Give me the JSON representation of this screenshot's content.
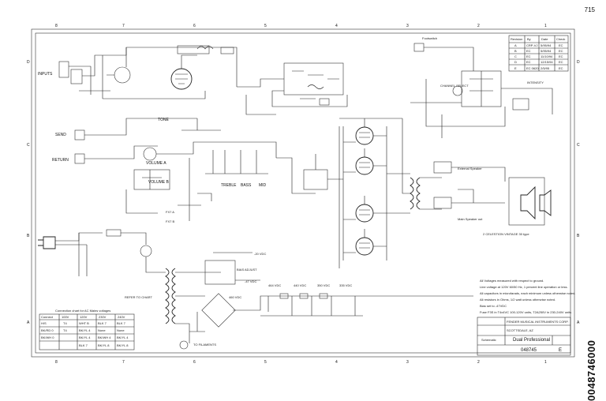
{
  "page_number": "715",
  "document_id": "0048746000",
  "grid": {
    "columns": [
      "8",
      "7",
      "6",
      "5",
      "4",
      "3",
      "2",
      "1"
    ],
    "rows": [
      "D",
      "C",
      "B",
      "A"
    ]
  },
  "labels": {
    "inputs": "INPUTS",
    "send": "SEND",
    "return": "RETURN",
    "tone": "TONE",
    "volume_a": "VOLUME A",
    "volume_b": "VOLUME B",
    "treble": "TREBLE",
    "bass": "BASS",
    "mid": "MID",
    "footswitch": "Footswitch",
    "channel_select": "CHANNEL SELECT",
    "intensity": "INTENSITY",
    "external_speaker": "External Speaker",
    "main_speaker_out": "Main Speaker out",
    "speaker_note": "2 CELESTION VINTAGE 30 type",
    "bias_adjust": "BIAS ADJUST",
    "refer_to_chart": "REFER TO CHART",
    "to_filaments": "TO FILAMENTS",
    "fx_a": "FX7 A",
    "fx_b": "FX7 B",
    "v20": "-20 VDC",
    "v47": "-47 VDC",
    "v460": "460 VDC",
    "v464": "464 VDC",
    "v440": "440 VDC",
    "v350": "350 VDC",
    "v335": "335 VDC"
  },
  "revision_table": {
    "headers": [
      "Revision",
      "By",
      "Date",
      "Check"
    ],
    "rows": [
      [
        "A",
        "CRP-VJ",
        "5/95/94",
        "EC"
      ],
      [
        "B",
        "EC",
        "5/95/94",
        "EC"
      ],
      [
        "C",
        "EC",
        "11/10/94",
        "EC"
      ],
      [
        "D",
        "EC",
        "12/15/94",
        "EC"
      ],
      [
        "E",
        "EC 0620",
        "2/5/95",
        "EC"
      ]
    ]
  },
  "connection_chart": {
    "title": "Connection chart for AC Mains voltages",
    "headers": [
      "Connect",
      "100V",
      "120V",
      "230V",
      "240V"
    ],
    "rows": [
      [
        "H/S",
        "T4",
        "WHT B",
        "BLK 7",
        "BLK 7"
      ],
      [
        "BK/RD 0",
        "T4",
        "BK/YL 4",
        "None",
        "None"
      ],
      [
        "BK/WH 0",
        "",
        "BK/YL 4",
        "BK/WH 4",
        "BK/YL 4"
      ],
      [
        "",
        "",
        "BLK 7",
        "BK/YL 8",
        "BK/YL 8"
      ]
    ]
  },
  "notes": [
    "All Voltages measured with respect to ground.",
    "Line voltage at 120V 60/50 Hz, 1 percent line operation or less.",
    "All capacitors in microfarads, each minimum unless otherwise noted.",
    "All resistors in Ohms, 1/2 watt unless otherwise noted.",
    "Bias set to -47VDC",
    "Fuse F3S in T4x4VC 100-120V units, T2A250V in 230-240V units"
  ],
  "title_block": {
    "company": "FENDER MUSICAL INSTRUMENTS CORP.",
    "address": "SCOTTSDALE, AZ",
    "title": "Dual Professional",
    "sheet": "Schematic",
    "part": "048745",
    "rev": "E"
  }
}
